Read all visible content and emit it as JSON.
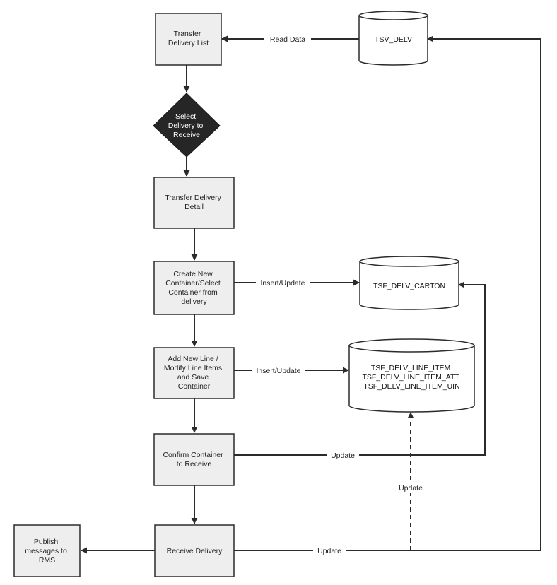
{
  "process_boxes": [
    {
      "id": "transfer-delivery-list",
      "lines": [
        "Transfer",
        "Delivery List"
      ]
    },
    {
      "id": "transfer-delivery-detail",
      "lines": [
        "Transfer Delivery",
        "Detail"
      ]
    },
    {
      "id": "create-container",
      "lines": [
        "Create New",
        "Container/Select",
        "Container from",
        "delivery"
      ]
    },
    {
      "id": "add-line",
      "lines": [
        "Add New Line /",
        "Modify Line Items",
        "and Save",
        "Container"
      ]
    },
    {
      "id": "confirm-container",
      "lines": [
        "Confirm Container",
        "to Receive"
      ]
    },
    {
      "id": "receive-delivery",
      "lines": [
        "Receive Delivery"
      ]
    },
    {
      "id": "publish-rms",
      "lines": [
        "Publish",
        "messages to",
        "RMS"
      ]
    }
  ],
  "decision": {
    "id": "select-delivery",
    "lines": [
      "Select",
      "Delivery to",
      "Receive"
    ]
  },
  "databases": [
    {
      "id": "tsv-delv",
      "lines": [
        "TSV_DELV"
      ]
    },
    {
      "id": "tsf-delv-carton",
      "lines": [
        "TSF_DELV_CARTON"
      ]
    },
    {
      "id": "tsf-delv-line-item",
      "lines": [
        "TSF_DELV_LINE_ITEM",
        "TSF_DELV_LINE_ITEM_ATT",
        "TSF_DELV_LINE_ITEM_UIN"
      ]
    }
  ],
  "edge_labels": {
    "read_data": "Read Data",
    "insert_update_carton": "Insert/Update",
    "insert_update_line": "Insert/Update",
    "update_confirm": "Update",
    "update_dashed": "Update",
    "update_receive": "Update"
  },
  "colors": {
    "box_fill": "#eeeeee",
    "box_stroke": "#2b2b2b",
    "decision_fill": "#262626",
    "line": "#2b2b2b"
  }
}
